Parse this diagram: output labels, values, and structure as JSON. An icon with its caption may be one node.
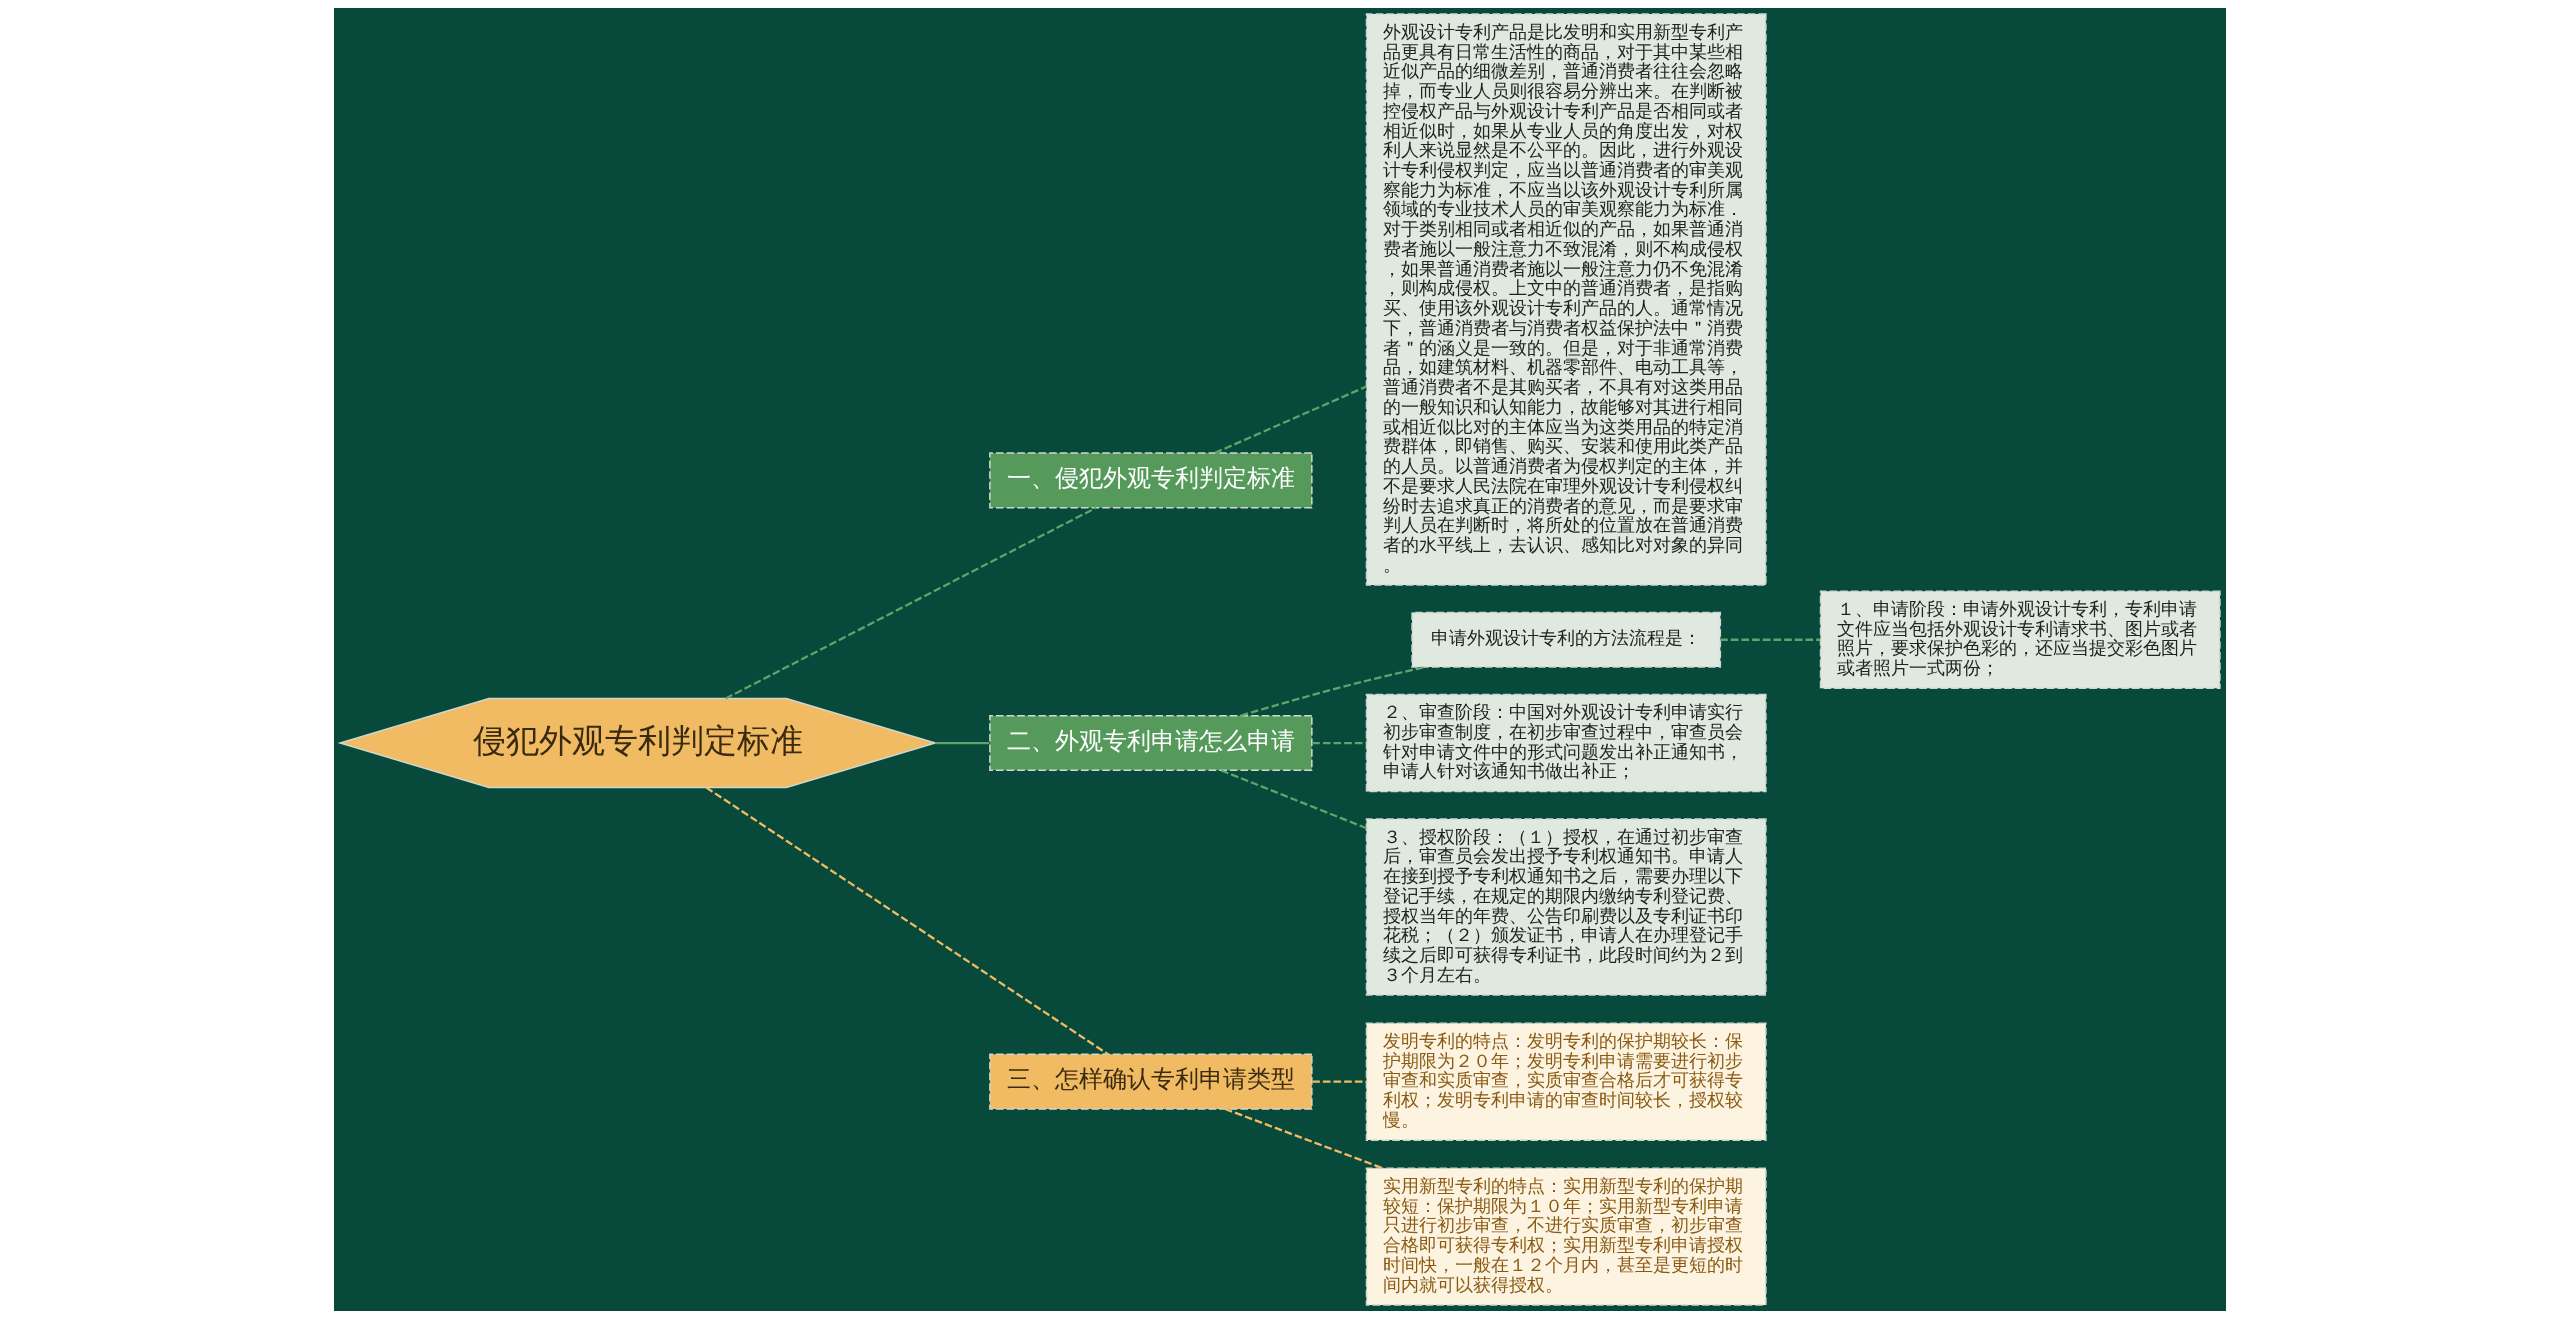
{
  "diagram": {
    "nodes": [
      {
        "text": [
          "侵犯外观专利判定标准"
        ]
      },
      {
        "text": [
          "一、侵犯外观专利判定标准"
        ]
      },
      {
        "text": [
          "外观设计专利产品是比发明和实用新型专利产品更具有日常生活性的商品，对于其中某些相近似产品的细微差别，普通消费者往往会忽略掉，而专业人员则很容易分辨出来。在判断被控侵权产品与外观设计专利产品是否相同或者相近似时，如果从专业人员的角度出发，对权利人来说显然是不公平的。因此，进行外观设计专利侵权判定，应当以普通消费者的审美观察能力为标准，不应当以该外观设计专利所属领域的专业技术人员的审美观察能力为标准．对于类别相同或者相近似的产品，如果普通消费者施以一般注意力不致混淆，则不构成侵权，如果普通消费者施以一般注意力仍不免混淆，则构成侵权。上文中的普通消费者，是指购买、使用该外观设计专利产品的人。通常情况下，普通消费者与消费者权益保护法中＂消费者＂的涵义是一致的。但是，对于非通常消费品，如建筑材料、机器零部件、电动工具等，普通消费者不是其购买者，不具有对这类用品的一般知识和认知能力，故能够对其进行相同或相近似比对的主体应当为这类用品的特定消费群体，即销售、购买、安装和使用此类产品的人员。以普通消费者为侵权判定的主体，并不是要求人民法院在审理外观设计专利侵权纠纷时去追求真正的消费者的意见，而是要求审判人员在判断时，将所处的位置放在普通消费者的水平线上，去认识、感知比对对象的异同。"
        ]
      },
      {
        "text": [
          "二、外观专利申请怎么申请"
        ]
      },
      {
        "text": [
          "申请外观设计专利的方法流程是："
        ]
      },
      {
        "text": [
          "１、申请阶段：申请外观设计专利，专利申请文件应当包括外观设计专利请求书、图片或者照片，要求保护色彩的，还应当提交彩色图片或者照片一式两份；"
        ]
      },
      {
        "text": [
          "２、审查阶段：中国对外观设计专利申请实行初步审查制度，在初步审查过程中，审查员会针对申请文件中的形式问题发出补正通知书，申请人针对该通知书做出补正；"
        ]
      },
      {
        "text": [
          "３、授权阶段：（１）授权，在通过初步审查后，审查员会发出授予专利权通知书。申请人在接到授予专利权通知书之后，需要办理以下登记手续，在规定的期限内缴纳专利登记费、授权当年的年费、公告印刷费以及专利证书印花税；（２）颁发证书，申请人在办理登记手续之后即可获得专利证书，此段时间约为２到３个月左右。"
        ]
      },
      {
        "text": [
          "三、怎样确认专利申请类型"
        ]
      },
      {
        "text": [
          "发明专利的特点：发明专利的保护期较长：保护期限为２０年；发明专利申请需要进行初步审查和实质审查，实质审查合格后才可获得专利权；发明专利申请的审查时间较长，授权较慢。"
        ]
      },
      {
        "text": [
          "实用新型专利的特点：实用新型专利的保护期较短：保护期限为１０年；实用新型专利申请只进行初步审查，不进行实质审查，初步审查合格即可获得专利权；实用新型专利申请授权时间快，一般在１２个月内，甚至是更短的时间内就可以获得授权。"
        ]
      }
    ],
    "edges": [
      {
        "from": 0,
        "to": 1,
        "arrow": "none",
        "style": "dashed"
      },
      {
        "from": 1,
        "to": 2,
        "arrow": "none",
        "style": "dashed"
      },
      {
        "from": 0,
        "to": 3,
        "arrow": "none"
      },
      {
        "from": 3,
        "to": 4,
        "arrow": "none",
        "style": "dashed"
      },
      {
        "from": 4,
        "to": 5,
        "arrow": "none",
        "style": "dashed"
      },
      {
        "from": 3,
        "to": 6,
        "arrow": "none",
        "style": "dashed"
      },
      {
        "from": 3,
        "to": 7,
        "arrow": "none",
        "style": "dashed"
      },
      {
        "from": 0,
        "to": 8,
        "arrow": "none",
        "style": "dashed",
        "color": "#f0bb62"
      },
      {
        "from": 8,
        "to": 9,
        "arrow": "none",
        "style": "dashed",
        "color": "#f0bb62"
      },
      {
        "from": 8,
        "to": 10,
        "arrow": "none",
        "style": "dashed",
        "color": "#f0bb62"
      }
    ]
  }
}
